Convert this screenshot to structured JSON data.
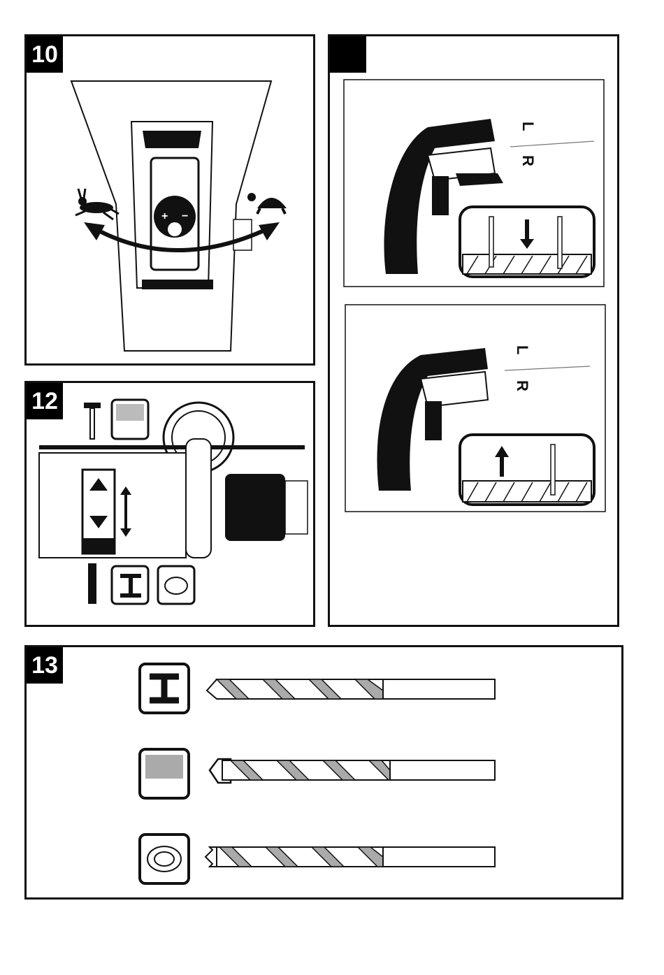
{
  "panels": {
    "p10": {
      "number": "10"
    },
    "p11": {
      "number": ""
    },
    "p12": {
      "number": "12"
    },
    "p13": {
      "number": "13"
    }
  },
  "rotation": {
    "left": "L",
    "right": "R"
  },
  "speed_dial": {
    "plus": "+",
    "minus": "−"
  }
}
